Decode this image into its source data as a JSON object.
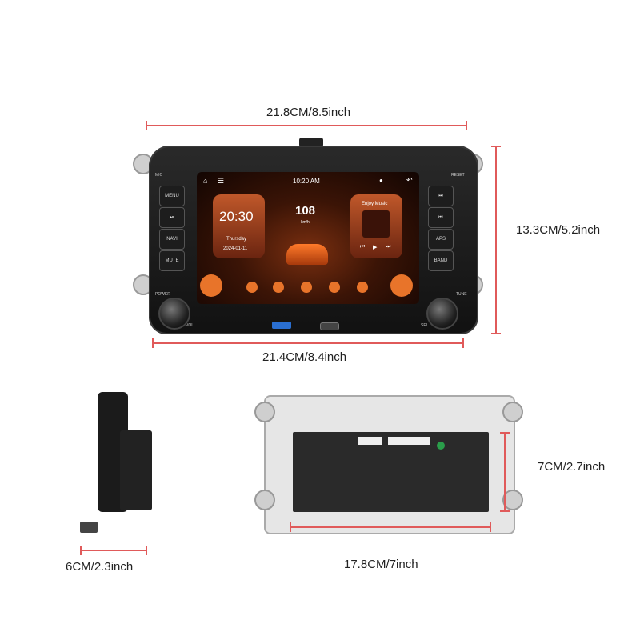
{
  "dimensions": {
    "front_width": "21.8CM/8.5inch",
    "front_height": "13.3CM/5.2inch",
    "screen_width": "21.4CM/8.4inch",
    "side_depth": "6CM/2.3inch",
    "chassis_height": "7CM/2.7inch",
    "chassis_width": "17.8CM/7inch"
  },
  "unit": {
    "mic_label": "MIC",
    "reset_label": "RESET",
    "power_label": "POWER",
    "tune_label": "TUNE",
    "vol_label": "VOL",
    "sel_label": "SEL",
    "left_buttons": [
      "MENU",
      "⏯",
      "NAVI",
      "MUTE"
    ],
    "right_buttons": [
      "⏭",
      "⏮",
      "APS",
      "BAND"
    ]
  },
  "screen": {
    "status_time": "10:20 AM",
    "clock_time": "20:30",
    "day": "Thursday",
    "date": "2024-01-11",
    "speed": "108",
    "speed_unit": "km/h",
    "music_title": "Enjoy Music"
  },
  "colors": {
    "accent": "#e8742a",
    "dimension_line": "#e05a5a"
  }
}
